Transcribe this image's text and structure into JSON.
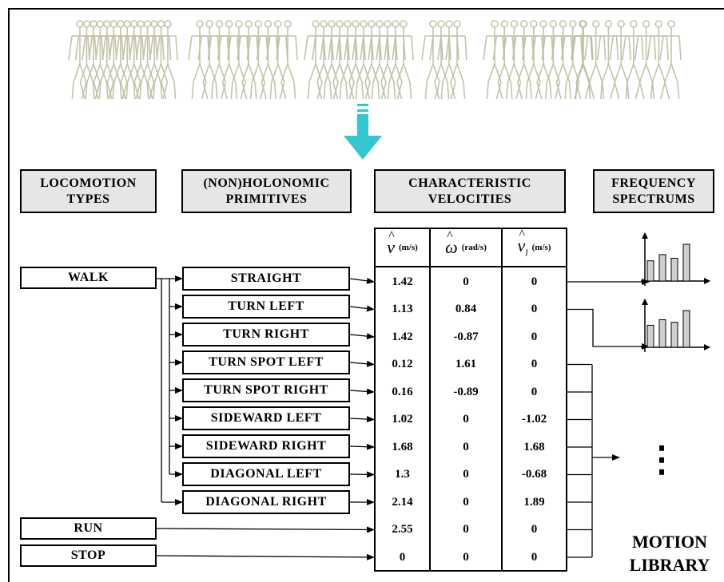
{
  "headers": {
    "locomotion": [
      "LOCOMOTION",
      "TYPES"
    ],
    "primitives": [
      "(NON)HOLONOMIC",
      "PRIMITIVES"
    ],
    "velocities": [
      "CHARACTERISTIC",
      "VELOCITIES"
    ],
    "spectrums": [
      "FREQUENCY",
      "SPECTRUMS"
    ]
  },
  "locomotion_types": [
    "WALK",
    "RUN",
    "STOP"
  ],
  "primitives": [
    "STRAIGHT",
    "TURN LEFT",
    "TURN RIGHT",
    "TURN SPOT LEFT",
    "TURN SPOT RIGHT",
    "SIDEWARD LEFT",
    "SIDEWARD RIGHT",
    "DIAGONAL LEFT",
    "DIAGONAL RIGHT"
  ],
  "table": {
    "columns": [
      {
        "symbol": "v",
        "unit": "(m/s)"
      },
      {
        "symbol": "ω",
        "unit": "(rad/s)"
      },
      {
        "symbol": "v",
        "subscript": "l",
        "unit": "(m/s)"
      }
    ],
    "rows": [
      [
        "1.42",
        "0",
        "0"
      ],
      [
        "1.13",
        "0.84",
        "0"
      ],
      [
        "1.42",
        "-0.87",
        "0"
      ],
      [
        "0.12",
        "1.61",
        "0"
      ],
      [
        "0.16",
        "-0.89",
        "0"
      ],
      [
        "1.02",
        "0",
        "-1.02"
      ],
      [
        "1.68",
        "0",
        "1.68"
      ],
      [
        "1.3",
        "0",
        "-0.68"
      ],
      [
        "2.14",
        "0",
        "1.89"
      ],
      [
        "2.55",
        "0",
        "0"
      ],
      [
        "0",
        "0",
        "0"
      ]
    ]
  },
  "spectrum_bars": [
    [
      0.55,
      0.72,
      0.62,
      1.0
    ],
    [
      0.6,
      0.75,
      0.68,
      1.0
    ]
  ],
  "ellipsis": "⋮",
  "library_label": [
    "MOTION",
    "LIBRARY"
  ],
  "colors": {
    "header_fill": "#e6e6e6",
    "arrow_cyan": "#33c7d1",
    "figure_color": "#b9b99a",
    "bar_fill": "#cfcfcf"
  }
}
